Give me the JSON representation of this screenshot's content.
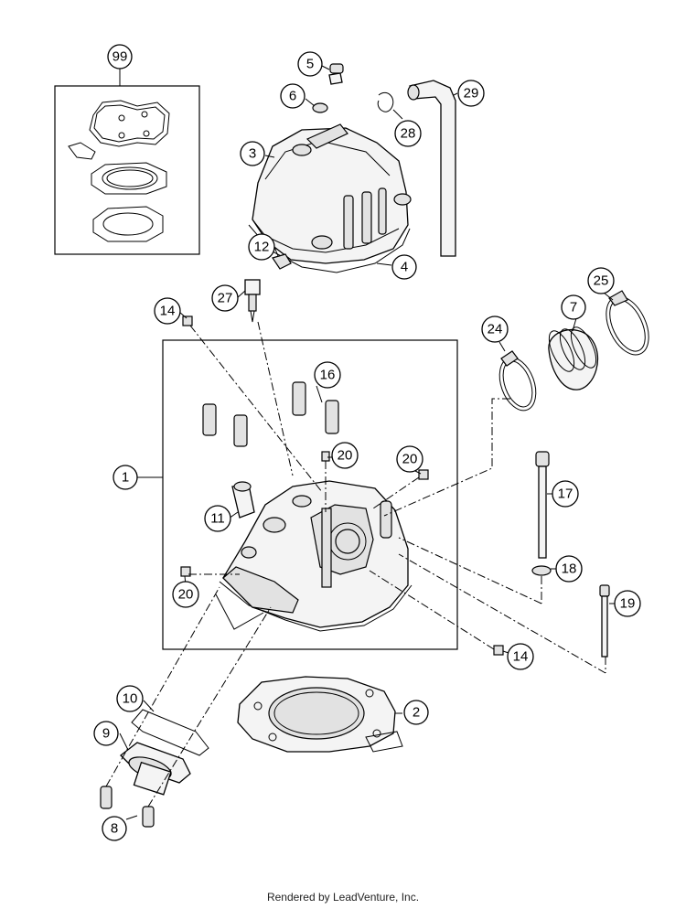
{
  "diagram": {
    "callouts": [
      {
        "id": "c99",
        "label": "99"
      },
      {
        "id": "c5",
        "label": "5"
      },
      {
        "id": "c6",
        "label": "6"
      },
      {
        "id": "c3",
        "label": "3"
      },
      {
        "id": "c28",
        "label": "28"
      },
      {
        "id": "c29",
        "label": "29"
      },
      {
        "id": "c12",
        "label": "12"
      },
      {
        "id": "c4",
        "label": "4"
      },
      {
        "id": "c27",
        "label": "27"
      },
      {
        "id": "c14a",
        "label": "14"
      },
      {
        "id": "c24",
        "label": "24"
      },
      {
        "id": "c7",
        "label": "7"
      },
      {
        "id": "c25",
        "label": "25"
      },
      {
        "id": "c16",
        "label": "16"
      },
      {
        "id": "c20a",
        "label": "20"
      },
      {
        "id": "c20b",
        "label": "20"
      },
      {
        "id": "c1",
        "label": "1"
      },
      {
        "id": "c11",
        "label": "11"
      },
      {
        "id": "c17",
        "label": "17"
      },
      {
        "id": "c18",
        "label": "18"
      },
      {
        "id": "c20c",
        "label": "20"
      },
      {
        "id": "c19",
        "label": "19"
      },
      {
        "id": "c14b",
        "label": "14"
      },
      {
        "id": "c10",
        "label": "10"
      },
      {
        "id": "c2",
        "label": "2"
      },
      {
        "id": "c9",
        "label": "9"
      },
      {
        "id": "c8",
        "label": "8"
      }
    ]
  },
  "footer": {
    "credit": "Rendered by LeadVenture, Inc."
  }
}
